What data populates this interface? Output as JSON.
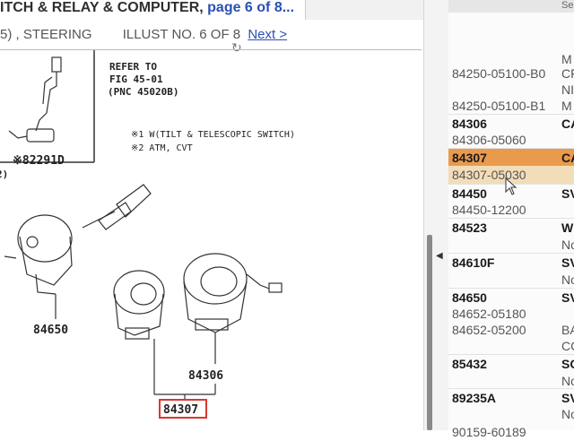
{
  "header": {
    "title_prefix": "ITCH & RELAY & COMPUTER, ",
    "title_page": "page 6 of 8...",
    "subtitle": "5) , STEERING",
    "illus_no": "ILLUST NO. 6 OF 8",
    "next_label": "Next >",
    "top_right": "Sea"
  },
  "illustration": {
    "refer_line1": "REFER TO",
    "refer_line2": "FIG 45-01",
    "refer_line3": "(PNC 45020B)",
    "part_82291d": "※82291D",
    "paren_2": "2)",
    "note1": "※1 W(TILT & TELESCOPIC SWITCH)",
    "note2": "※2 ATM, CVT",
    "label_84650": "84650",
    "label_84306": "84306",
    "label_84307": "84307",
    "highlight_color": "#d9382e"
  },
  "parts": [
    {
      "pn": "",
      "desc": "M",
      "style": "norm"
    },
    {
      "pn": "84250-05100-B0",
      "desc": "CF",
      "style": "norm"
    },
    {
      "pn": "",
      "desc": "NI",
      "style": "norm"
    },
    {
      "pn": "84250-05100-B1",
      "desc": "M",
      "style": "norm"
    },
    {
      "pn": "84306",
      "desc": "CA",
      "style": "bold"
    },
    {
      "pn": "84306-05060",
      "desc": "",
      "style": "norm"
    },
    {
      "pn": "84307",
      "desc": "CA",
      "style": "bold",
      "highlight": "primary"
    },
    {
      "pn": "84307-05030",
      "desc": "",
      "style": "norm",
      "highlight": "secondary"
    },
    {
      "pn": "84450",
      "desc": "SV",
      "style": "bold"
    },
    {
      "pn": "84450-12200",
      "desc": "",
      "style": "norm"
    },
    {
      "pn": "84523",
      "desc": "W",
      "style": "bold"
    },
    {
      "pn": "",
      "desc": "No",
      "style": "norm"
    },
    {
      "pn": "84610F",
      "desc": "SV",
      "style": "bold"
    },
    {
      "pn": "",
      "desc": "No",
      "style": "norm"
    },
    {
      "pn": "84650",
      "desc": "SV",
      "style": "bold"
    },
    {
      "pn": "84652-05180",
      "desc": "",
      "style": "norm"
    },
    {
      "pn": "84652-05200",
      "desc": "BA",
      "style": "norm"
    },
    {
      "pn": "",
      "desc": "CC",
      "style": "norm"
    },
    {
      "pn": "85432",
      "desc": "SC",
      "style": "bold"
    },
    {
      "pn": "",
      "desc": "No",
      "style": "norm"
    },
    {
      "pn": "89235A",
      "desc": "SV",
      "style": "bold"
    },
    {
      "pn": "",
      "desc": "No",
      "style": "norm"
    },
    {
      "pn": "90159-60189",
      "desc": "",
      "style": "norm"
    }
  ]
}
